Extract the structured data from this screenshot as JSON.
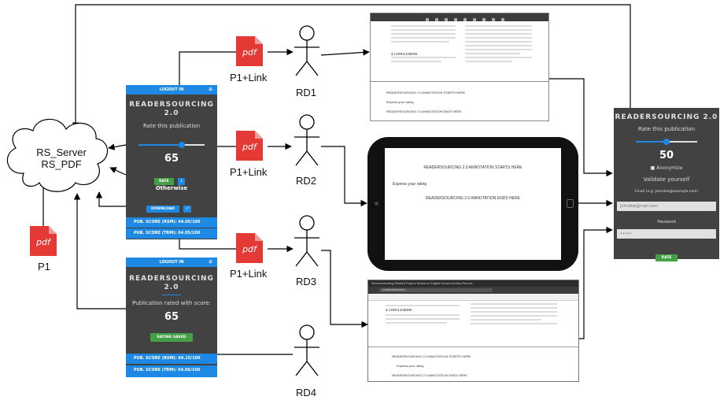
{
  "nodes": {
    "cloud": {
      "line1": "RS_Server",
      "line2": "RS_PDF"
    },
    "p1_label": "P1",
    "pdf_icon_text": "pdf",
    "pdf_links": [
      "P1+Link",
      "P1+Link",
      "P1+Link"
    ],
    "readers": [
      "RD1",
      "RD2",
      "RD3",
      "RD4"
    ]
  },
  "panel_rate": {
    "topbar": "LOGOUT IN",
    "title_line1": "READERSOURCING",
    "title_line2": "2.0",
    "subtitle": "Rate this publication",
    "score": "65",
    "slider_value": 0.65,
    "rate_button": "RATE",
    "info_button": "i",
    "otherwise": "Otherwise",
    "download_button": "DOWNLOAD",
    "link_button": "↗",
    "foot1": "PUB. SCORE (RSM): 64.05/100",
    "foot2": "PUB. SCORE (TRM): 64.05/100"
  },
  "panel_rated": {
    "topbar": "LOGOUT IN",
    "title": "READERSOURCING 2.0",
    "subtitle": "Publication rated with score:",
    "score": "65",
    "button": "RATING SAVED",
    "foot1": "PUB. SCORE (RSM): 64.15/100",
    "foot2": "PUB. SCORE (TRM): 64.06/100"
  },
  "panel_validate": {
    "title": "READERSOURCING 2.0",
    "subtitle": "Rate this publication",
    "score": "50",
    "slider_value": 0.5,
    "anonymize": "Anonymize",
    "validate": "Validate yourself",
    "email_label": "Email (e.g. johndoe@example.com)",
    "email_value": "johndoe@mail.com",
    "password_label": "Password",
    "password_value": "•••••",
    "rate_button": "RATE"
  },
  "tablet": {
    "annot_start": "READERSOURCING 2.0 ANNOTATION STARTS HERE",
    "express": "Express your rating",
    "annot_end": "READERSOURCING 2.0 ANNOTATION ENDS HERE"
  },
  "doc1": {
    "conclusions": "4.  CONCLUSIONS",
    "annot_start": "READERSOURCING 2.0 ANNOTATION STARTS HERE",
    "express": "Express your rating",
    "annot_end": "READERSOURCING 2.0 ANNOTATION ENDS HERE"
  },
  "doc3": {
    "tab_title": "Recommending Related Papers Based on Digital Library Access Record...",
    "address": "localhost/recomm/...",
    "conclusions": "4.  CONCLUSIONS",
    "annot_start": "READERSOURCING 2.0 ANNOTATION STARTS HERE",
    "express": "Express your rating",
    "annot_end": "READERSOURCING 2.0 ANNOTATION ENDS HERE"
  },
  "colors": {
    "panel_bg": "#424242",
    "accent_blue": "#1e88e5",
    "rate_green": "#43a047",
    "pdf_red": "#e53935"
  }
}
